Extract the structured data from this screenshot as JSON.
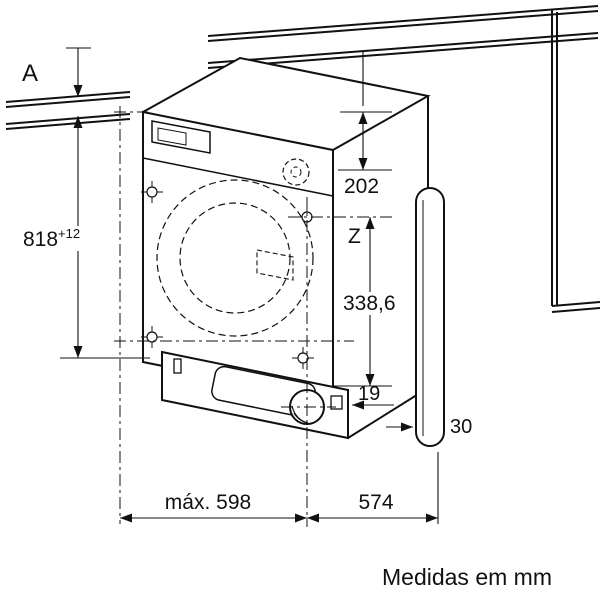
{
  "view": {
    "section_label": "A",
    "units_note": "Medidas em mm"
  },
  "dimensions": {
    "niche_height": {
      "value": "818",
      "tolerance": "+12"
    },
    "top_offset": "202",
    "hinge_point_label": "Z",
    "hinge_offset": "338,6",
    "front_gap": "19",
    "door_thickness": "30",
    "max_width": "máx. 598",
    "depth": "574"
  },
  "colors": {
    "line": "#111111",
    "background": "#ffffff"
  }
}
